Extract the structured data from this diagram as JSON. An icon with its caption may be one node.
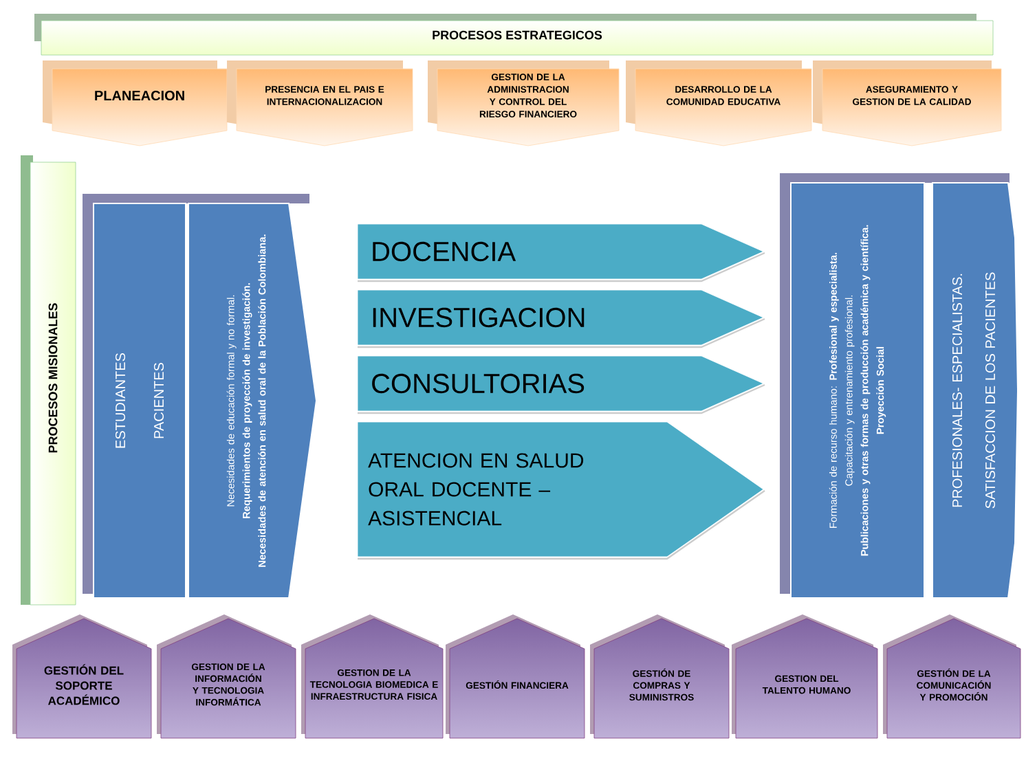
{
  "diagram": {
    "nodes": [
      {
        "text": [
          "PROCESOS ESTRATEGICOS"
        ]
      },
      {
        "text": [
          "PLANEACION"
        ]
      },
      {
        "text": [
          "PRESENCIA EN EL PAIS E INTERNACIONALIZACION"
        ]
      },
      {
        "text": [
          "GESTION DE LA ADMINISTRACION Y CONTROL DEL RIESGO FINANCIERO"
        ]
      },
      {
        "text": [
          "DESARROLLO DE LA COMUNIDAD EDUCATIVA"
        ]
      },
      {
        "text": [
          "ASEGURAMIENTO Y GESTION DE LA CALIDAD"
        ]
      },
      {
        "text": [
          "PROCESOS MISIONALES"
        ]
      },
      {
        "text": [
          "ESTUDIANTES",
          "PACIENTES"
        ]
      },
      {
        "text": [
          "Necesidades de educación formal y no formal.",
          "Requerimientos de proyección de investigación.",
          "Necesidades de atención en salud oral de la Población Colombiana."
        ]
      },
      {
        "text": [
          "DOCENCIA"
        ]
      },
      {
        "text": [
          "INVESTIGACION"
        ]
      },
      {
        "text": [
          "CONSULTORIAS"
        ]
      },
      {
        "text": [
          "ATENCION EN SALUD ORAL DOCENTE – ASISTENCIAL"
        ]
      },
      {
        "text": [
          "Formación de recurso humano: **Profesional y especialista.**",
          "Capacitación y entrenamiento profesional.",
          "Publicaciones y otras formas de producción académica y científica.",
          "Proyección Social"
        ]
      },
      {
        "text": [
          "PROFESIONALES- ESPECIALISTAS.",
          "SATISFACCION DE LOS PACIENTES"
        ]
      },
      {
        "text": [
          "GESTIÓN DEL SOPORTE ACADÉMICO"
        ]
      },
      {
        "text": [
          "GESTION DE LA INFORMACIÓN Y TECNOLOGIA INFORMÁTICA"
        ]
      },
      {
        "text": [
          "GESTION DE LA TECNOLOGIA BIOMEDICA E INFRAESTRUCTURA FISICA"
        ]
      },
      {
        "text": [
          "GESTIÓN FINANCIERA"
        ]
      },
      {
        "text": [
          "GESTIÓN DE COMPRAS Y SUMINISTROS"
        ]
      },
      {
        "text": [
          "GESTION DEL TALENTO HUMANO"
        ]
      },
      {
        "text": [
          "GESTIÓN DE LA COMUNICACIÓN Y PROMOCIÓN"
        ]
      }
    ]
  }
}
